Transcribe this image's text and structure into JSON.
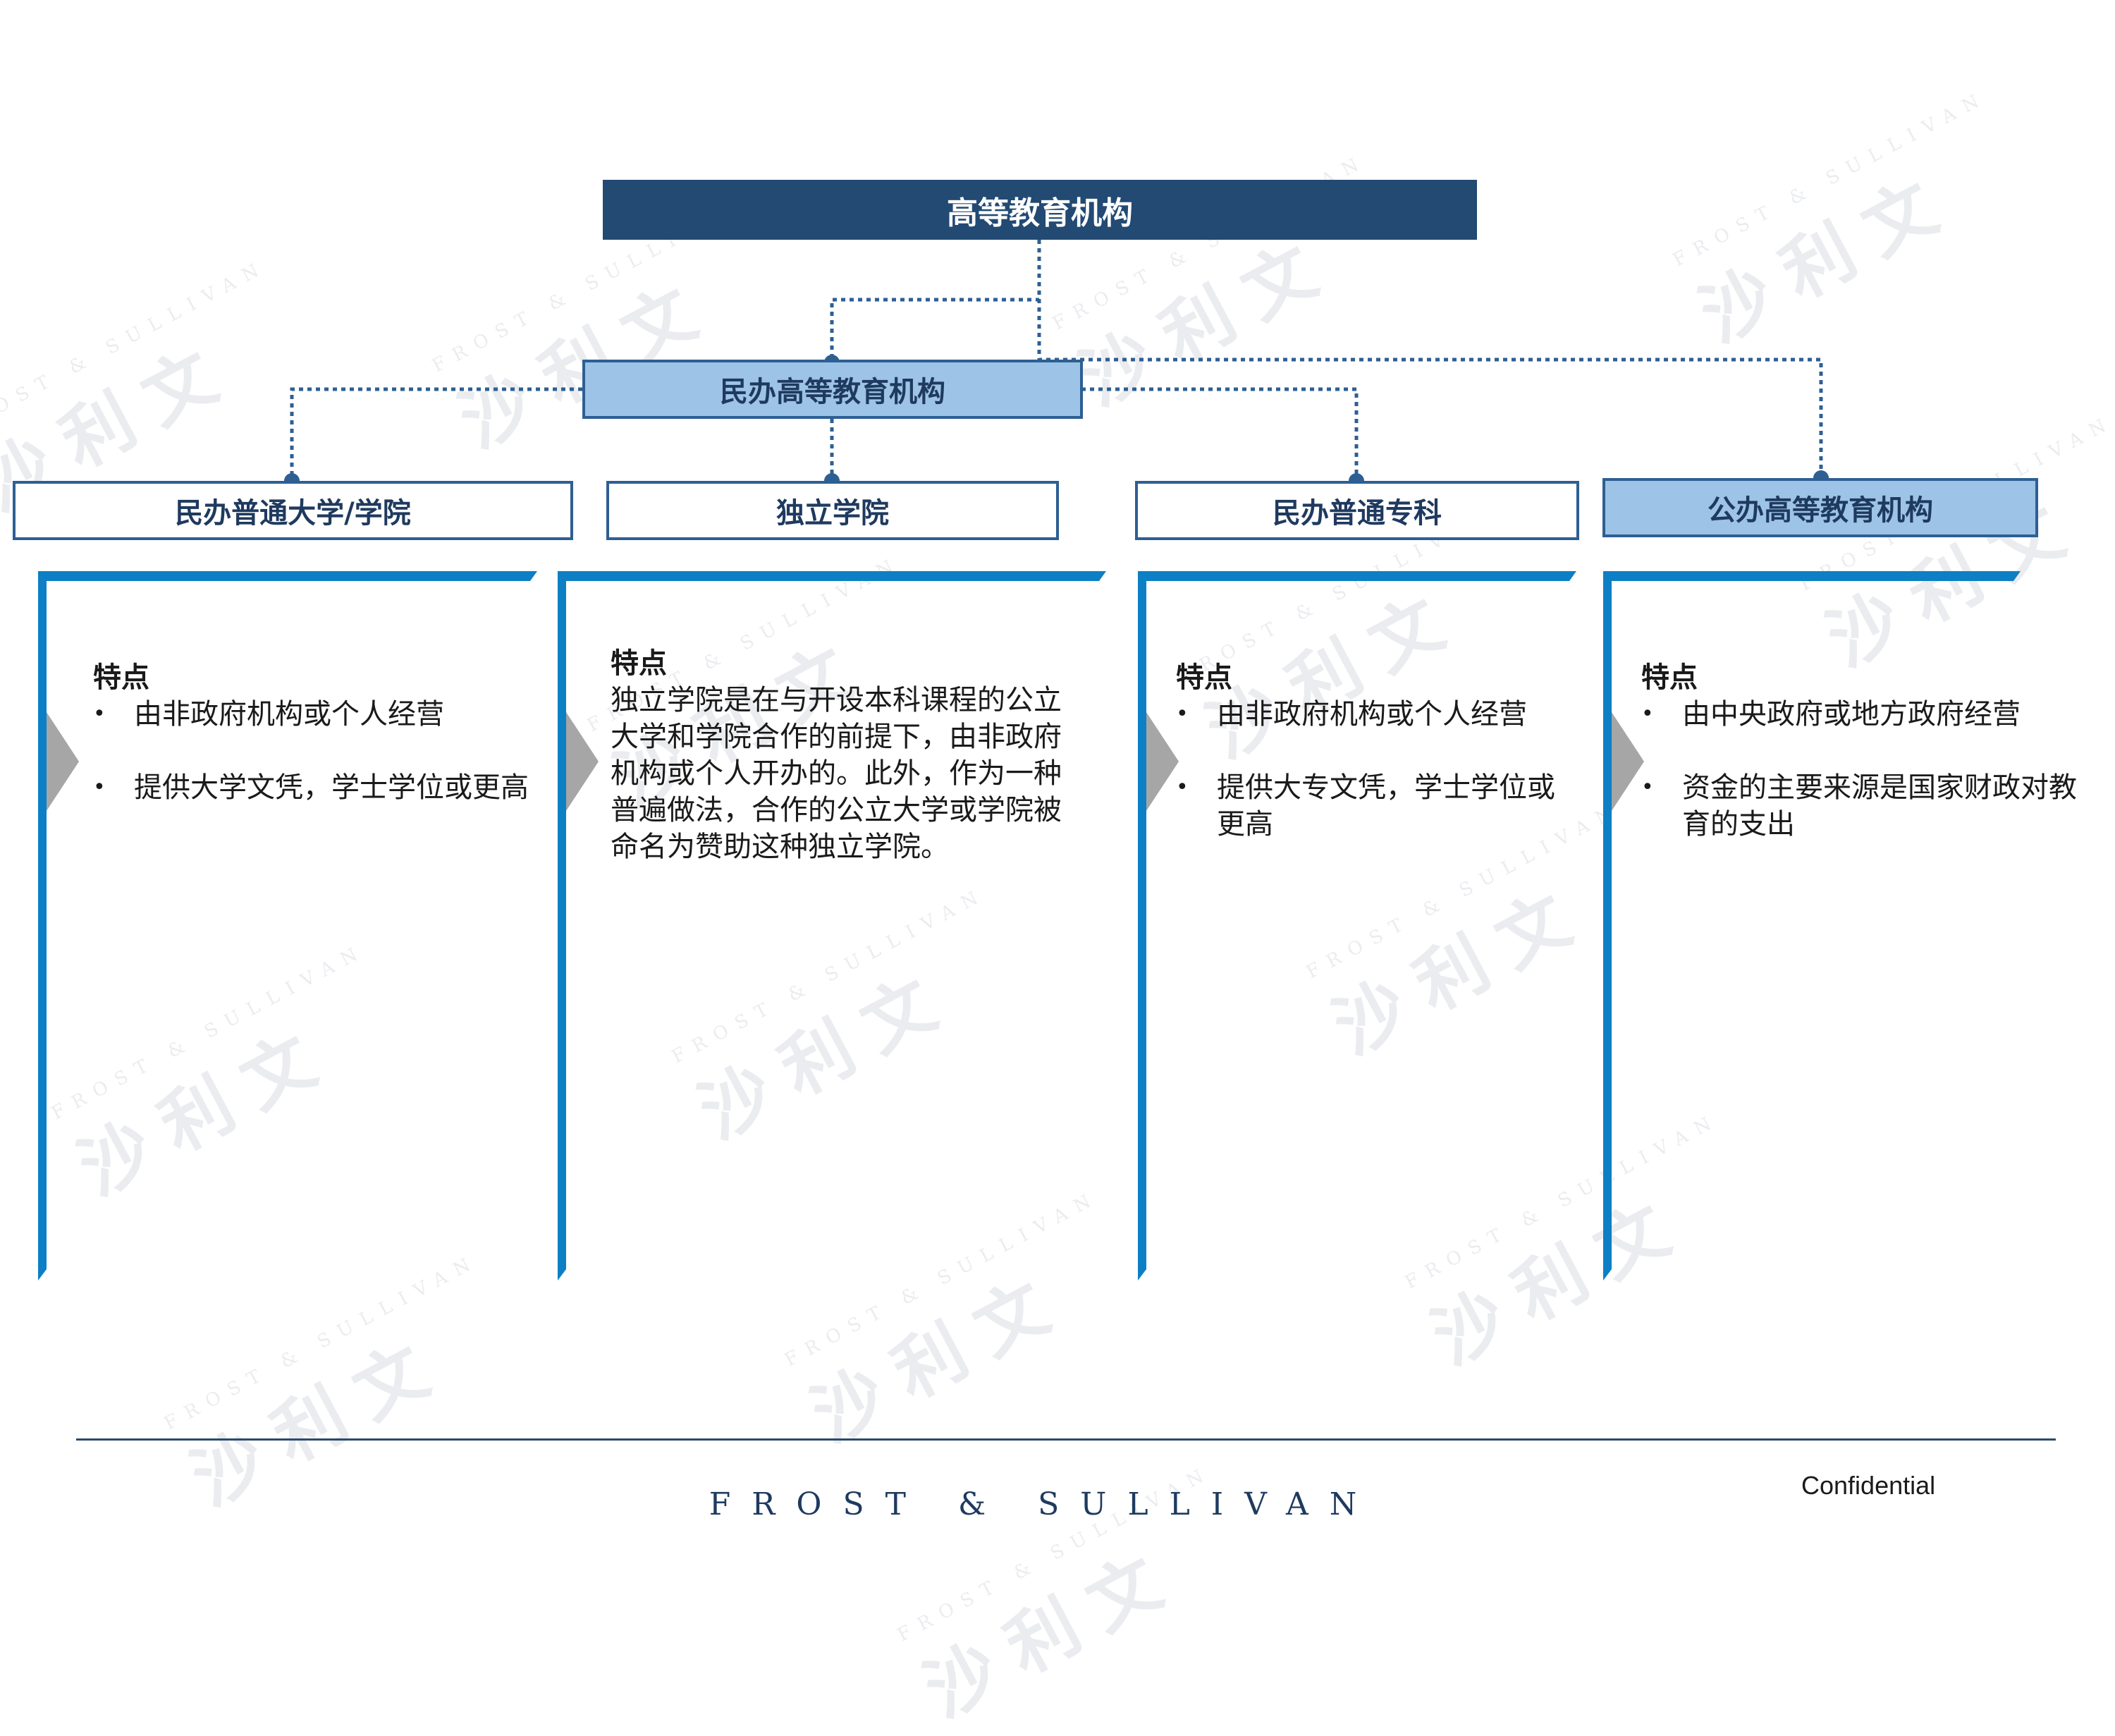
{
  "root": {
    "label": "高等教育机构"
  },
  "private": {
    "label": "民办高等教育机构"
  },
  "categories": [
    {
      "label": "民办普通大学/学院"
    },
    {
      "label": "独立学院"
    },
    {
      "label": "民办普通专科"
    },
    {
      "label": "公办高等教育机构"
    }
  ],
  "panels": [
    {
      "heading": "特点",
      "bullets": [
        "由非政府机构或个人经营",
        "提供大学文凭，学士学位或更高"
      ]
    },
    {
      "heading": "特点",
      "paragraph": "独立学院是在与开设本科课程的公立大学和学院合作的前提下，由非政府机构或个人开办的。此外，作为一种普遍做法，合作的公立大学或学院被命名为赞助这种独立学院。"
    },
    {
      "heading": "特点",
      "bullets": [
        "由非政府机构或个人经营",
        "提供大专文凭，学士学位或更高"
      ]
    },
    {
      "heading": "特点",
      "bullets": [
        "由中央政府或地方政府经营",
        "资金的主要来源是国家财政对教育的支出"
      ]
    }
  ],
  "watermark": {
    "brand": "FROST & SULLIVAN",
    "cn": "沙利文"
  },
  "footer": {
    "logo": "FROST & SULLIVAN",
    "confidential": "Confidential"
  },
  "colors": {
    "root": "#224a73",
    "accent": "#0d7fc4",
    "light": "#9dc3e6",
    "border": "#2e5f93",
    "arrow": "#a6a6a6"
  }
}
